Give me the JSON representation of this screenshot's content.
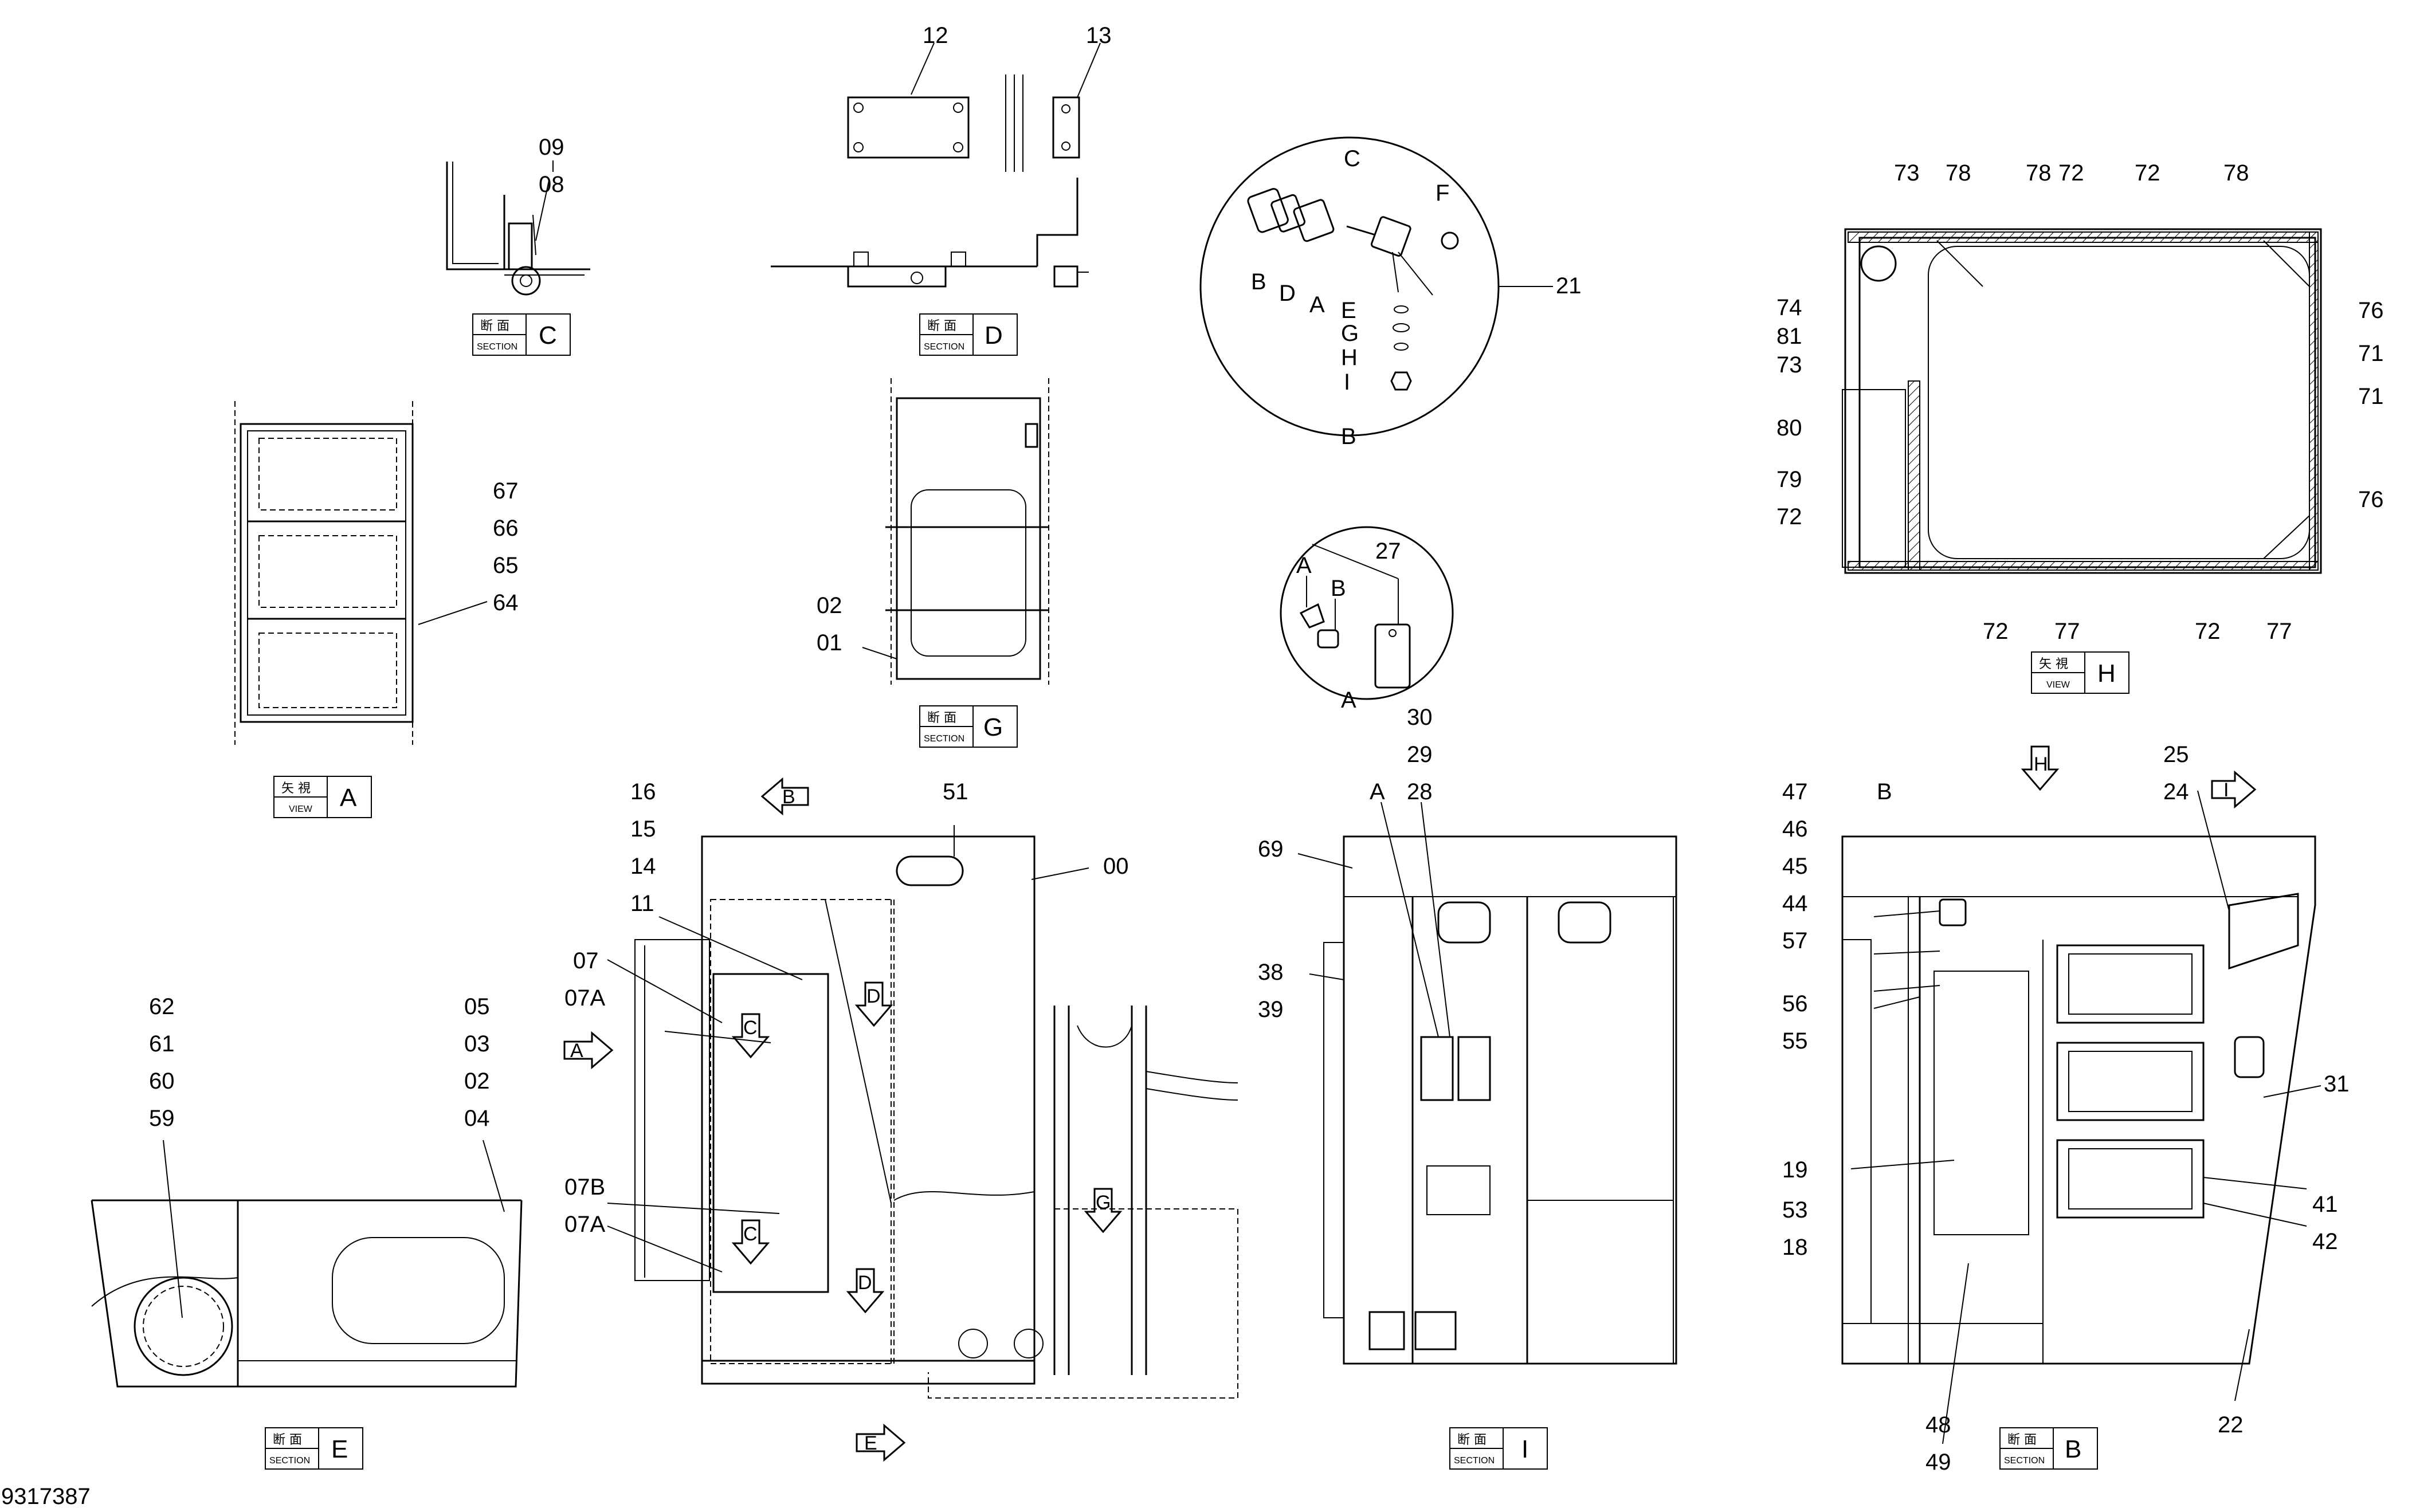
{
  "drawing_number": "9317387",
  "views": [
    {
      "id": "section-c",
      "jp": "断 面",
      "sub": "SECTION",
      "letter": "C"
    },
    {
      "id": "section-d",
      "jp": "断 面",
      "sub": "SECTION",
      "letter": "D"
    },
    {
      "id": "view-a",
      "jp": "矢 視",
      "sub": "VIEW",
      "letter": "A"
    },
    {
      "id": "section-g",
      "jp": "断 面",
      "sub": "SECTION",
      "letter": "G"
    },
    {
      "id": "view-h",
      "jp": "矢 視",
      "sub": "VIEW",
      "letter": "H"
    },
    {
      "id": "section-e",
      "jp": "断 面",
      "sub": "SECTION",
      "letter": "E"
    },
    {
      "id": "section-i",
      "jp": "断 面",
      "sub": "SECTION",
      "letter": "I"
    },
    {
      "id": "section-b",
      "jp": "断 面",
      "sub": "SECTION",
      "letter": "B"
    }
  ],
  "detail_b_labels": [
    "C",
    "F",
    "B",
    "D",
    "A",
    "E",
    "G",
    "H",
    "I",
    "21",
    "B"
  ],
  "detail_a_labels": [
    "27",
    "A",
    "B",
    "A"
  ],
  "callouts": {
    "c": [
      "09",
      "08"
    ],
    "d": [
      "12",
      "13"
    ],
    "a": [
      "67",
      "66",
      "65",
      "64"
    ],
    "g": [
      "02",
      "01"
    ],
    "h": [
      "73",
      "78",
      "78",
      "72",
      "72",
      "78",
      "74",
      "81",
      "73",
      "80",
      "79",
      "72",
      "76",
      "71",
      "71",
      "76",
      "72",
      "77",
      "72",
      "77"
    ],
    "e": [
      "62",
      "61",
      "60",
      "59",
      "05",
      "03",
      "02",
      "04"
    ],
    "main": [
      "16",
      "15",
      "14",
      "11",
      "51",
      "00",
      "07",
      "07A",
      "07B",
      "07A"
    ],
    "i": [
      "30",
      "29",
      "28",
      "A",
      "69",
      "38",
      "39"
    ],
    "b": [
      "B",
      "47",
      "46",
      "45",
      "44",
      "57",
      "56",
      "55",
      "19",
      "53",
      "18",
      "25",
      "24",
      "31",
      "41",
      "42",
      "22",
      "48",
      "49"
    ]
  },
  "arrows": [
    "B",
    "A",
    "C",
    "D",
    "C",
    "D",
    "G",
    "E",
    "H",
    "I"
  ]
}
